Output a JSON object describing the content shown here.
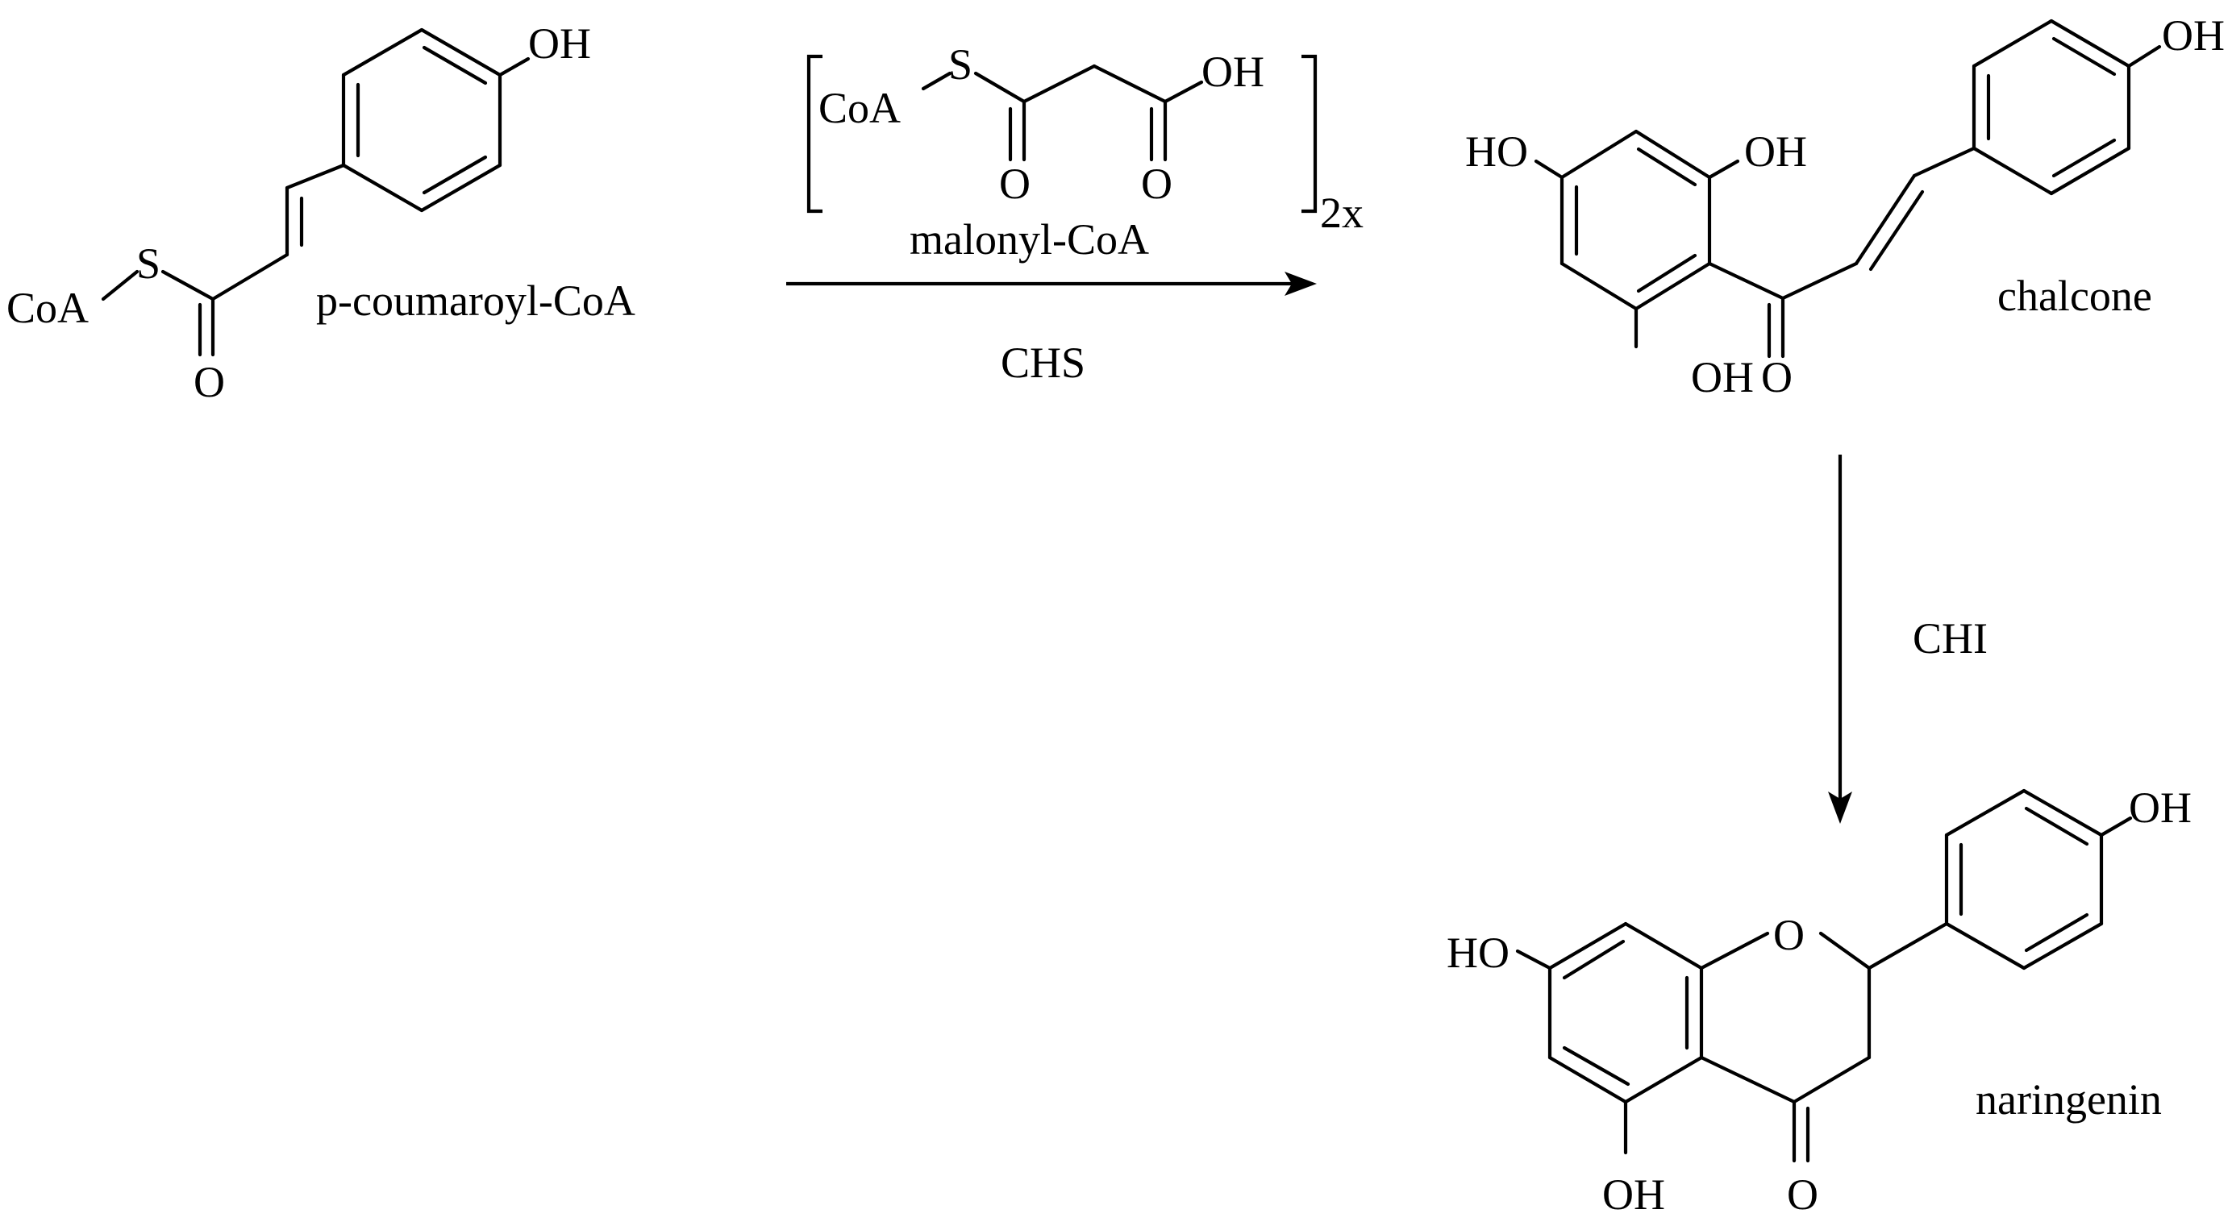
{
  "atoms": {
    "oh": "OH",
    "ho": "HO",
    "o": "O",
    "s": "S",
    "coa": "CoA"
  },
  "labels": {
    "coumaroyl": "p-coumaroyl-CoA",
    "malonyl": "malonyl-CoA",
    "stoich": "2x",
    "chalcone": "chalcone",
    "naringenin": "naringenin"
  },
  "enzymes": {
    "chs": "CHS",
    "chi": "CHI"
  }
}
